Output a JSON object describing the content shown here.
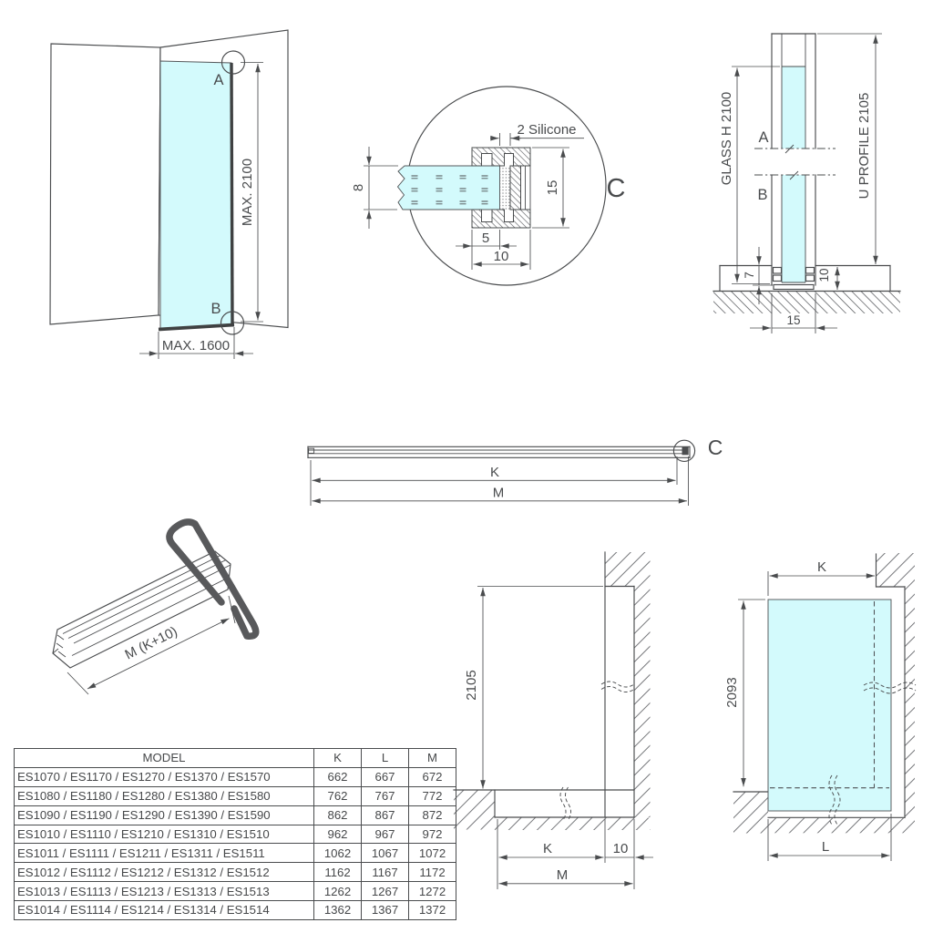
{
  "colors": {
    "glass": "#d3fafc",
    "line": "#4a4c4e",
    "clip": "#58595b"
  },
  "corner_view": {
    "point_a": "A",
    "point_b": "B",
    "max_height": "MAX. 2100",
    "max_width": "MAX. 1600"
  },
  "detail_c": {
    "callout": "C",
    "silicone_label": "2 Silicone",
    "glass_thickness": "8",
    "profile_height": "15",
    "depth_inner": "5",
    "depth_outer": "10"
  },
  "section_view": {
    "glass_height": "GLASS H 2100",
    "profile_length": "U PROFILE 2105",
    "point_a": "A",
    "point_b": "B",
    "dim_embed": "7",
    "dim_base": "10",
    "dim_width": "15"
  },
  "profile_top_view": {
    "callout": "C",
    "dim_k": "K",
    "dim_m": "M"
  },
  "iso_view": {
    "length_label": "M (K+10)"
  },
  "wall_elevation": {
    "height": "2105",
    "dim_k": "K",
    "dim_offset": "10",
    "dim_m": "M"
  },
  "glass_elevation": {
    "dim_k": "K",
    "height": "2093",
    "dim_l": "L"
  },
  "table": {
    "headers": [
      "MODEL",
      "K",
      "L",
      "M"
    ],
    "rows": [
      {
        "model": "ES1070 / ES1170 / ES1270 / ES1370 / ES1570",
        "k": "662",
        "l": "667",
        "m": "672"
      },
      {
        "model": "ES1080 / ES1180 / ES1280 / ES1380 / ES1580",
        "k": "762",
        "l": "767",
        "m": "772"
      },
      {
        "model": "ES1090 / ES1190 / ES1290 / ES1390 / ES1590",
        "k": "862",
        "l": "867",
        "m": "872"
      },
      {
        "model": "ES1010 / ES1110 / ES1210 / ES1310 / ES1510",
        "k": "962",
        "l": "967",
        "m": "972"
      },
      {
        "model": "ES1011 / ES1111 / ES1211 / ES1311 / ES1511",
        "k": "1062",
        "l": "1067",
        "m": "1072"
      },
      {
        "model": "ES1012 / ES1112 / ES1212 / ES1312 / ES1512",
        "k": "1162",
        "l": "1167",
        "m": "1172"
      },
      {
        "model": "ES1013 / ES1113 / ES1213 / ES1313 / ES1513",
        "k": "1262",
        "l": "1267",
        "m": "1272"
      },
      {
        "model": "ES1014 / ES1114 / ES1214 / ES1314 / ES1514",
        "k": "1362",
        "l": "1367",
        "m": "1372"
      }
    ]
  }
}
